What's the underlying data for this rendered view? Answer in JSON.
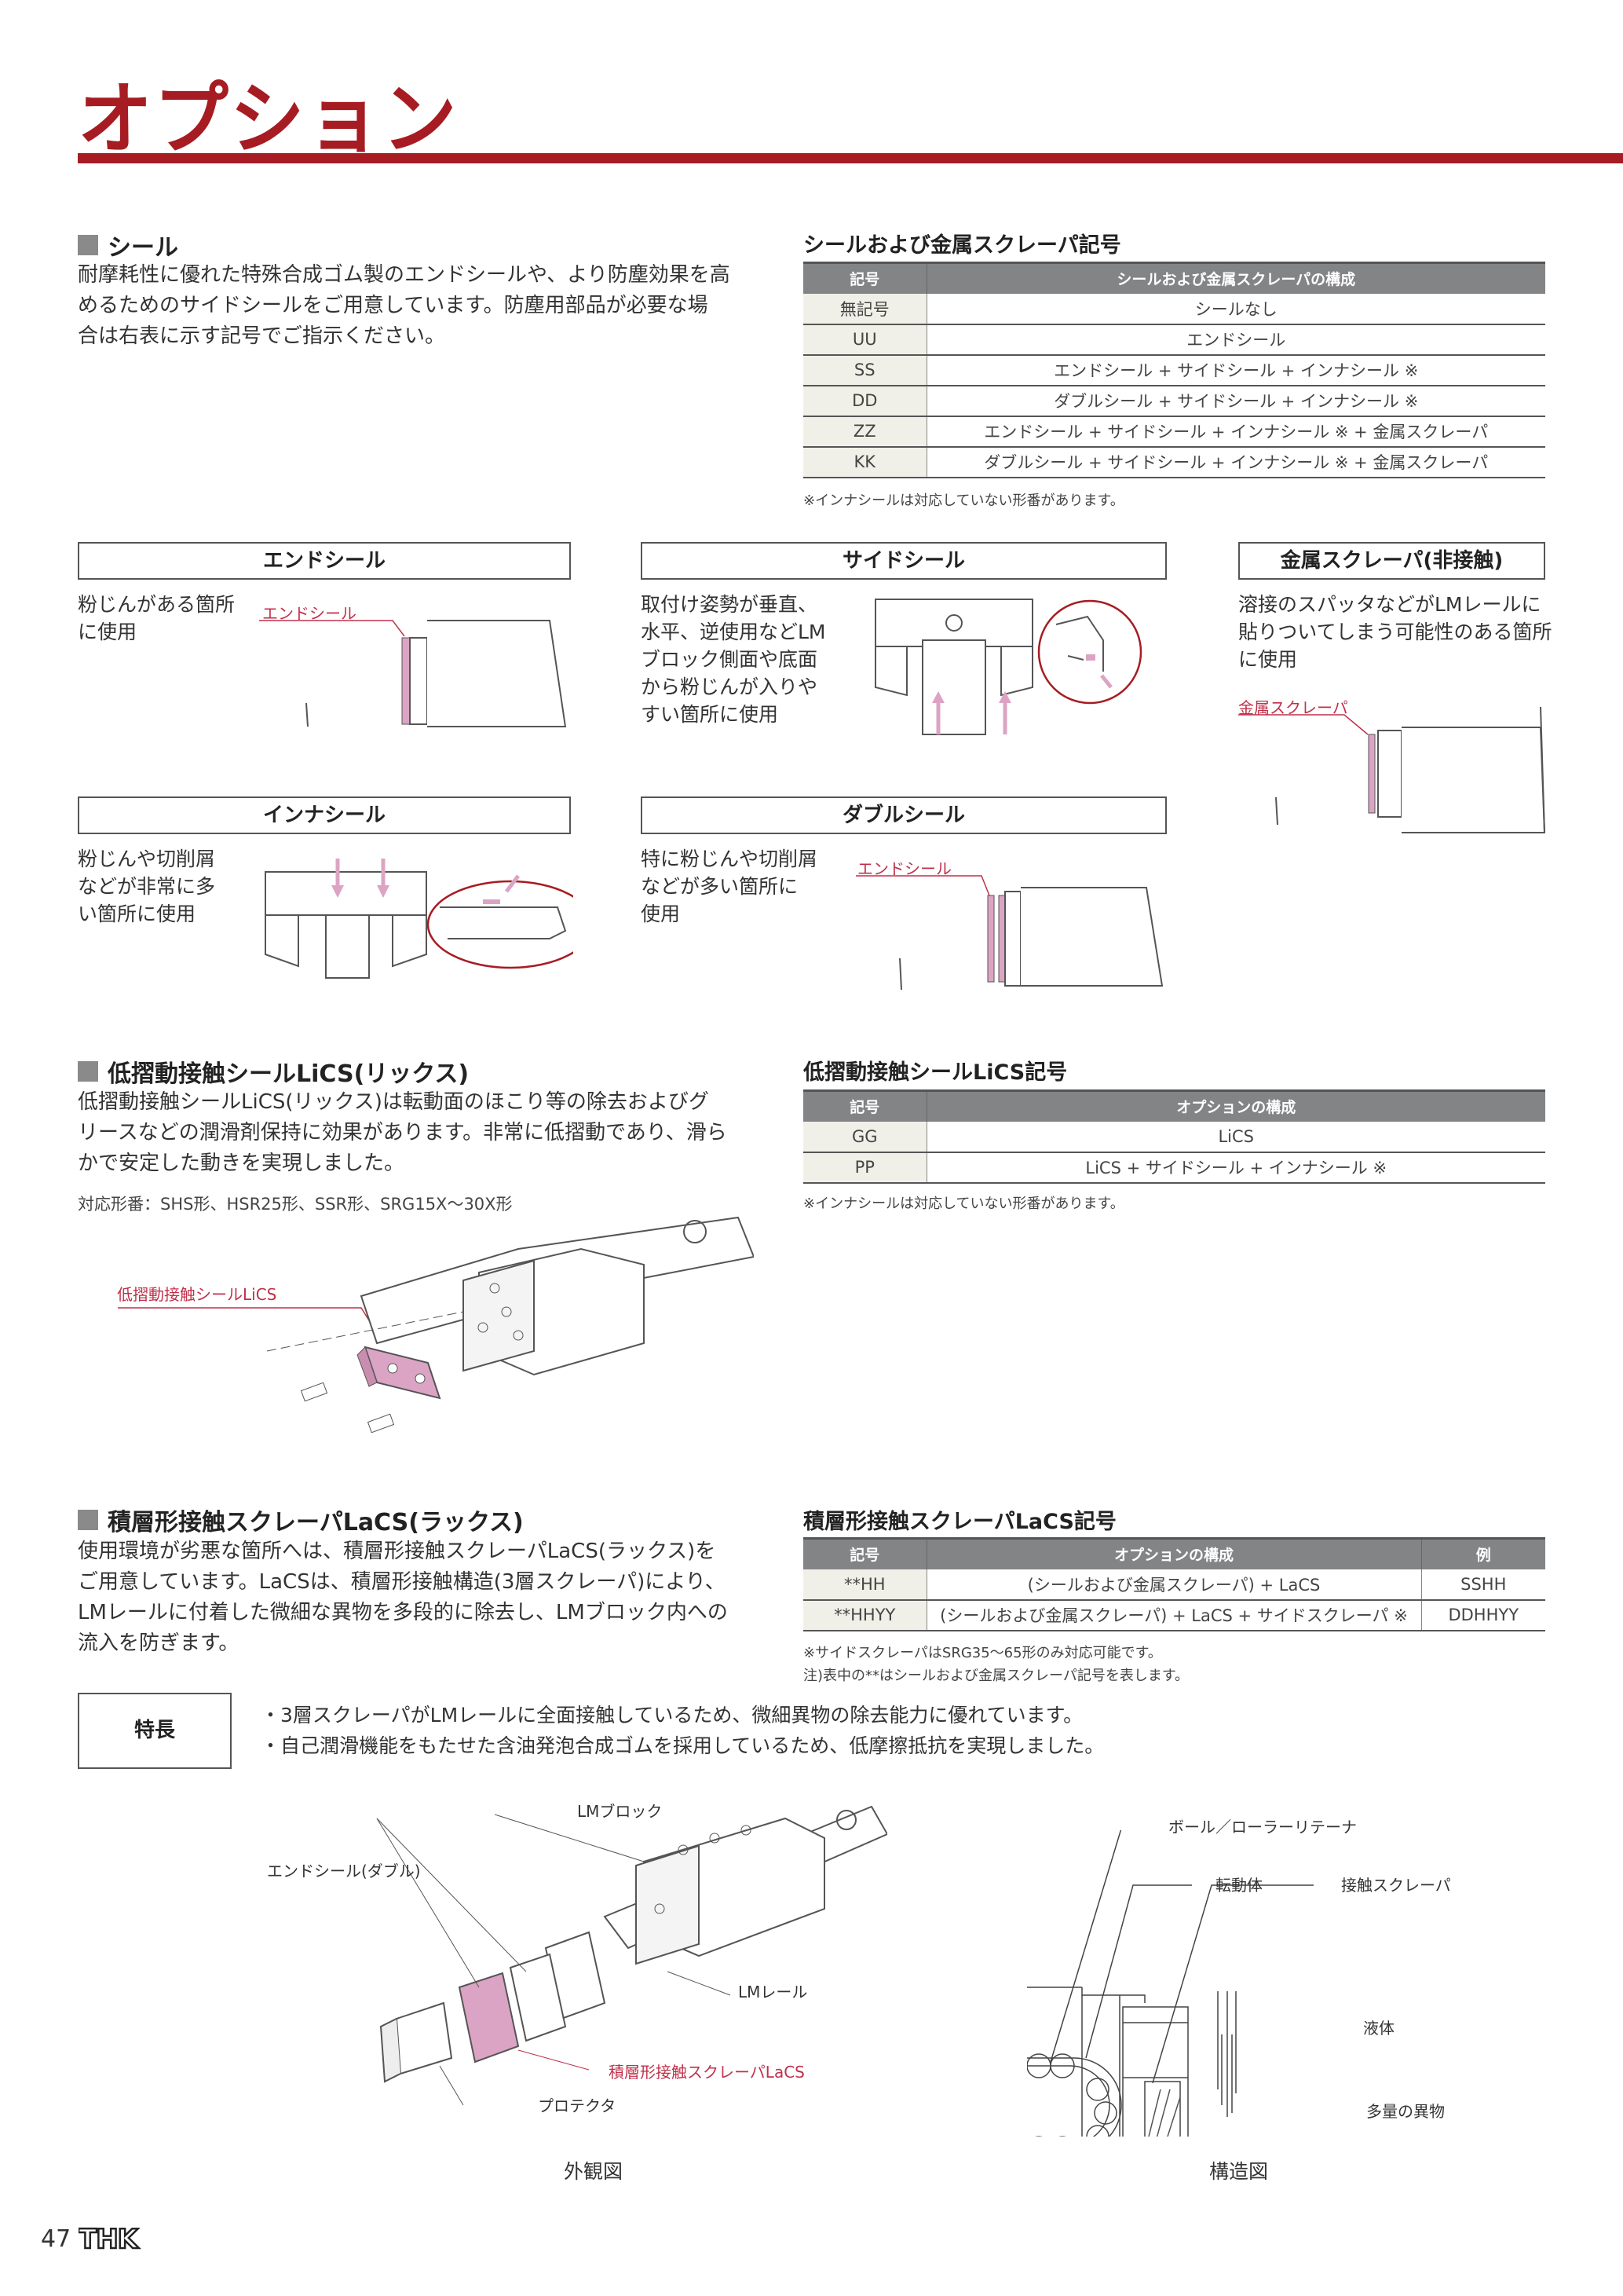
{
  "page": {
    "title": "オプション",
    "page_number": "47",
    "logo": "THK",
    "accent": "#a61c22",
    "pink": "#dca4c4"
  },
  "seal": {
    "heading": "シール",
    "body": [
      "耐摩耗性に優れた特殊合成ゴム製のエンドシールや、より防塵効果を高",
      "めるためのサイドシールをご用意しています。防塵用部品が必要な場",
      "合は右表に示す記号でご指示ください。"
    ],
    "table": {
      "title": "シールおよび金属スクレーパ記号",
      "headers": [
        "記号",
        "シールおよび金属スクレーパの構成"
      ],
      "rows": [
        [
          "無記号",
          "シールなし"
        ],
        [
          "UU",
          "エンドシール"
        ],
        [
          "SS",
          "エンドシール + サイドシール + インナシール ※"
        ],
        [
          "DD",
          "ダブルシール + サイドシール + インナシール ※"
        ],
        [
          "ZZ",
          "エンドシール + サイドシール + インナシール ※ + 金属スクレーパ"
        ],
        [
          "KK",
          "ダブルシール + サイドシール + インナシール ※ + 金属スクレーパ"
        ]
      ],
      "note": "※インナシールは対応していない形番があります。"
    },
    "types": [
      {
        "name": "エンドシール",
        "desc": [
          "粉じんがある箇所",
          "に使用"
        ],
        "callout": "エンドシール"
      },
      {
        "name": "サイドシール",
        "desc": [
          "取付け姿勢が垂直、",
          "水平、逆使用などLM",
          "ブロック側面や底面",
          "から粉じんが入りや",
          "すい箇所に使用"
        ]
      },
      {
        "name": "金属スクレーパ(非接触)",
        "desc": [
          "溶接のスパッタなどがLMレールに",
          "貼りついてしまう可能性のある箇所",
          "に使用"
        ],
        "callout": "金属スクレーパ"
      },
      {
        "name": "インナシール",
        "desc": [
          "粉じんや切削屑",
          "などが非常に多",
          "い箇所に使用"
        ]
      },
      {
        "name": "ダブルシール",
        "desc": [
          "特に粉じんや切削屑",
          "などが多い箇所に",
          "使用"
        ],
        "callout": "エンドシール"
      }
    ]
  },
  "lics": {
    "heading": "低摺動接触シールLiCS(リックス)",
    "body": [
      "低摺動接触シールLiCS(リックス)は転動面のほこり等の除去およびグ",
      "リースなどの潤滑剤保持に効果があります。非常に低摺動であり、滑ら",
      "かで安定した動きを実現しました。"
    ],
    "models": "対応形番：SHS形、HSR25形、SSR形、SRG15X～30X形",
    "callout": "低摺動接触シールLiCS",
    "table": {
      "title": "低摺動接触シールLiCS記号",
      "headers": [
        "記号",
        "オプションの構成"
      ],
      "rows": [
        [
          "GG",
          "LiCS"
        ],
        [
          "PP",
          "LiCS + サイドシール + インナシール ※"
        ]
      ],
      "note": "※インナシールは対応していない形番があります。"
    }
  },
  "lacs": {
    "heading": "積層形接触スクレーパLaCS(ラックス)",
    "body": [
      "使用環境が劣悪な箇所へは、積層形接触スクレーパLaCS(ラックス)を",
      "ご用意しています。LaCSは、積層形接触構造(3層スクレーパ)により、",
      "LMレールに付着した微細な異物を多段的に除去し、LMブロック内への",
      "流入を防ぎます。"
    ],
    "table": {
      "title": "積層形接触スクレーパLaCS記号",
      "headers": [
        "記号",
        "オプションの構成",
        "例"
      ],
      "rows": [
        [
          "**HH",
          "(シールおよび金属スクレーパ) + LaCS",
          "SSHH"
        ],
        [
          "**HHYY",
          "(シールおよび金属スクレーパ) + LaCS + サイドスクレーパ ※",
          "DDHHYY"
        ]
      ],
      "notes": [
        "※サイドスクレーパはSRG35～65形のみ対応可能です。",
        "注)表中の**はシールおよび金属スクレーパ記号を表します。"
      ]
    },
    "features": {
      "label": "特長",
      "items": [
        "・3層スクレーパがLMレールに全面接触しているため、微細異物の除去能力に優れています。",
        "・自己潤滑機能をもたせた含油発泡合成ゴムを採用しているため、低摩擦抵抗を実現しました。"
      ]
    },
    "exterior": {
      "caption": "外観図",
      "labels": {
        "block": "LMブロック",
        "end_seal": "エンドシール(ダブル)",
        "rail": "LMレール",
        "lacs": "積層形接触スクレーパLaCS",
        "protector": "プロテクタ"
      }
    },
    "structure": {
      "caption": "構造図",
      "labels": {
        "retainer": "ボール／ローラーリテーナ",
        "rolling": "転動体",
        "scraper": "接触スクレーパ",
        "liquid": "液体",
        "foreign": "多量の異物"
      }
    }
  }
}
